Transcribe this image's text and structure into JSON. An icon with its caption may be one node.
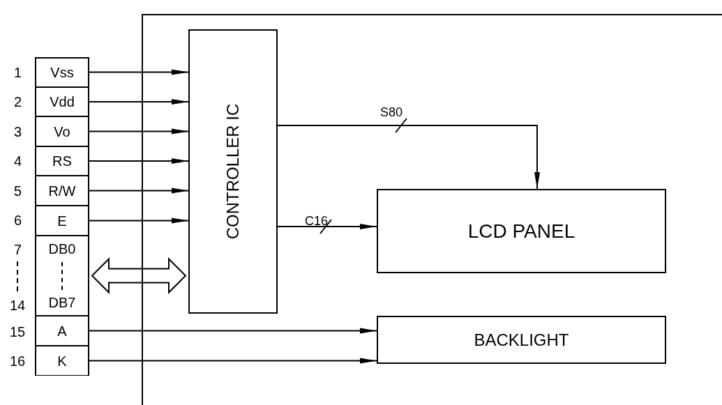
{
  "diagram": {
    "nodes": [
      {
        "text": [
          "Vss"
        ]
      },
      {
        "text": [
          "Vdd"
        ]
      },
      {
        "text": [
          "Vo"
        ]
      },
      {
        "text": [
          "RS"
        ]
      },
      {
        "text": [
          "R/W"
        ]
      },
      {
        "text": [
          "E"
        ]
      },
      {
        "text": [
          "DB0",
          "DB7"
        ]
      },
      {
        "text": [
          "A"
        ]
      },
      {
        "text": [
          "K"
        ]
      },
      {
        "text": [],
        "shape": "box"
      },
      {
        "text": [
          "CONTROLLER IC"
        ],
        "in": 9
      },
      {
        "text": [
          "LCD PANEL"
        ],
        "in": 9
      },
      {
        "text": [
          "BACKLIGHT"
        ],
        "in": 9
      }
    ],
    "edges": [
      {
        "from": 0,
        "to": 10,
        "arrow": "to"
      },
      {
        "from": 1,
        "to": 10,
        "arrow": "to"
      },
      {
        "from": 2,
        "to": 10,
        "arrow": "to"
      },
      {
        "from": 3,
        "to": 10,
        "arrow": "to"
      },
      {
        "from": 4,
        "to": 10,
        "arrow": "to"
      },
      {
        "from": 5,
        "to": 10,
        "arrow": "to"
      },
      {
        "from": 6,
        "to": 10,
        "arrow": "both"
      },
      {
        "from": 10,
        "to": 11,
        "arrow": "to",
        "label": "S80"
      },
      {
        "from": 10,
        "to": 11,
        "arrow": "to",
        "label": "C16"
      },
      {
        "from": 7,
        "to": 12,
        "arrow": "to"
      },
      {
        "from": 8,
        "to": 12,
        "arrow": "to"
      }
    ],
    "labels": [
      "1",
      "2",
      "3",
      "4",
      "5",
      "6",
      "7",
      "14",
      "15",
      "16"
    ]
  }
}
